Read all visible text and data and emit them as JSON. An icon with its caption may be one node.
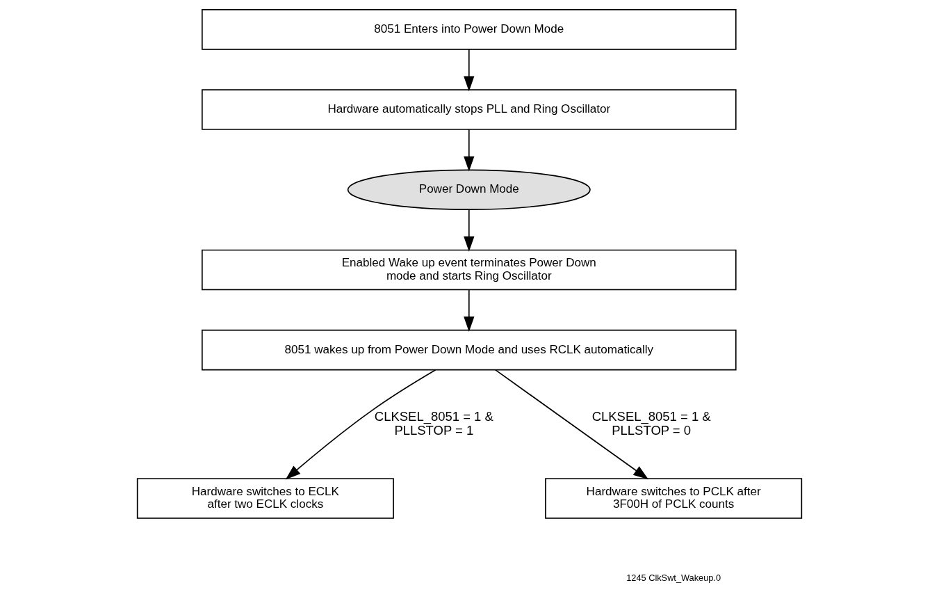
{
  "diagram": {
    "nodes": [
      {
        "text": [
          "8051 Enters into Power Down Mode"
        ]
      },
      {
        "text": [
          "Hardware automatically stops PLL and Ring Oscillator"
        ]
      },
      {
        "text": [
          "Power Down Mode"
        ]
      },
      {
        "text": [
          "Enabled Wake up event terminates Power Down mode and starts Ring Oscillator"
        ]
      },
      {
        "text": [
          "8051 wakes up from Power Down Mode and uses RCLK automatically"
        ]
      },
      {
        "text": [
          "Hardware switches to ECLK after two ECLK clocks"
        ]
      },
      {
        "text": [
          "Hardware switches to PCLK after 3F00H of PCLK counts"
        ]
      }
    ],
    "edges": [
      {
        "from": 0,
        "to": 1,
        "arrow": "to"
      },
      {
        "from": 1,
        "to": 2,
        "arrow": "to"
      },
      {
        "from": 2,
        "to": 3,
        "arrow": "to"
      },
      {
        "from": 3,
        "to": 4,
        "arrow": "to"
      },
      {
        "from": 4,
        "to": 5,
        "arrow": "to",
        "label": "CLKSEL_8051 = 1 & PLLSTOP = 1"
      },
      {
        "from": 4,
        "to": 6,
        "arrow": "to",
        "label": "CLKSEL_8051 = 1 & PLLSTOP = 0"
      }
    ],
    "labels": [
      "1245 ClkSwt_Wakeup.0"
    ]
  }
}
